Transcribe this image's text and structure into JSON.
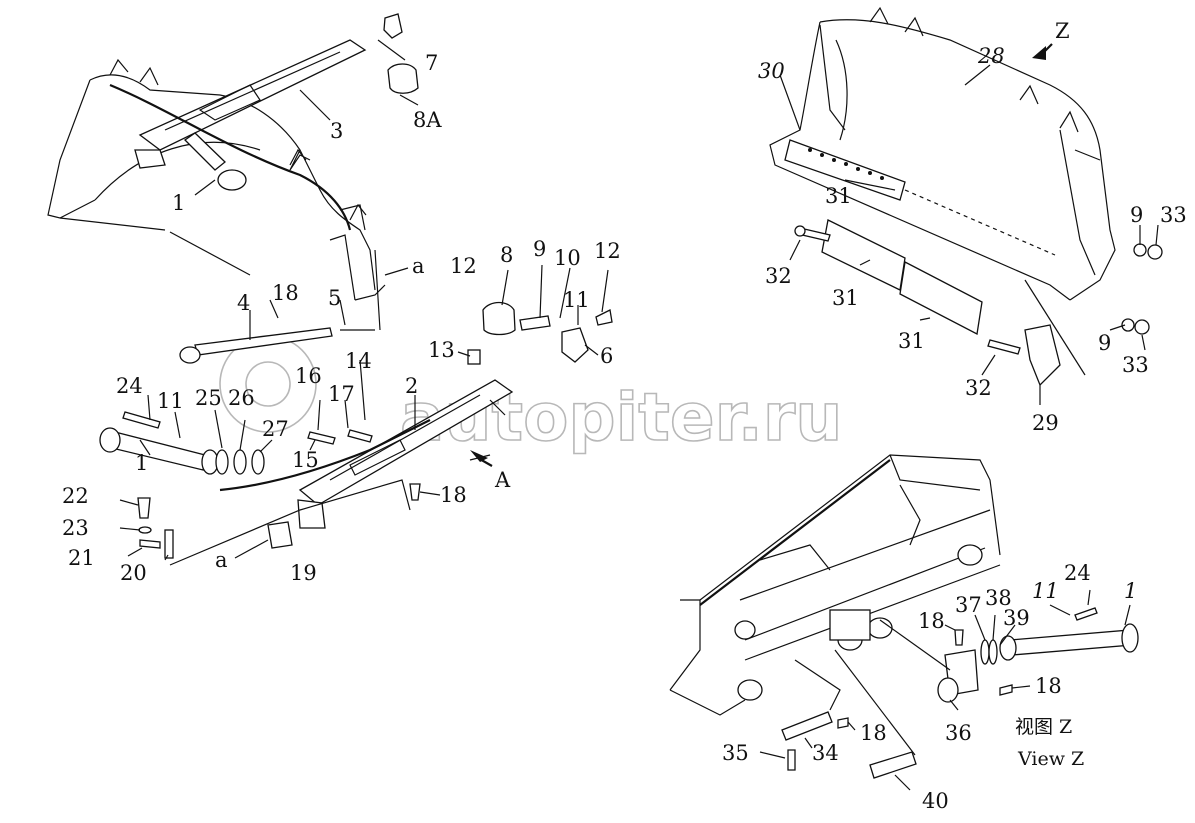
{
  "watermark": "autopiter.ru",
  "view_label": {
    "chinese": "视图 Z",
    "english": "View Z"
  },
  "callouts": {
    "left": [
      {
        "id": "c-7",
        "label": "7"
      },
      {
        "id": "c-8a",
        "label": "8A"
      },
      {
        "id": "c-3",
        "label": "3"
      },
      {
        "id": "c-1-top",
        "label": "1"
      },
      {
        "id": "c-a-right",
        "label": "a"
      },
      {
        "id": "c-12-a",
        "label": "12"
      },
      {
        "id": "c-18-top",
        "label": "18"
      },
      {
        "id": "c-4",
        "label": "4"
      },
      {
        "id": "c-5",
        "label": "5"
      },
      {
        "id": "c-8",
        "label": "8"
      },
      {
        "id": "c-9",
        "label": "9"
      },
      {
        "id": "c-10",
        "label": "10"
      },
      {
        "id": "c-12-b",
        "label": "12"
      },
      {
        "id": "c-11-right",
        "label": "11"
      },
      {
        "id": "c-6",
        "label": "6"
      },
      {
        "id": "c-13",
        "label": "13"
      },
      {
        "id": "c-14",
        "label": "14"
      },
      {
        "id": "c-16",
        "label": "16"
      },
      {
        "id": "c-17",
        "label": "17"
      },
      {
        "id": "c-2",
        "label": "2"
      },
      {
        "id": "c-24-left",
        "label": "24"
      },
      {
        "id": "c-11-left",
        "label": "11"
      },
      {
        "id": "c-25",
        "label": "25"
      },
      {
        "id": "c-26",
        "label": "26"
      },
      {
        "id": "c-27",
        "label": "27"
      },
      {
        "id": "c-1-mid",
        "label": "1"
      },
      {
        "id": "c-15",
        "label": "15"
      },
      {
        "id": "c-a-arrow",
        "label": "A"
      },
      {
        "id": "c-18-mid",
        "label": "18"
      },
      {
        "id": "c-22",
        "label": "22"
      },
      {
        "id": "c-23",
        "label": "23"
      },
      {
        "id": "c-21",
        "label": "21"
      },
      {
        "id": "c-20",
        "label": "20"
      },
      {
        "id": "c-a-left",
        "label": "a"
      },
      {
        "id": "c-19",
        "label": "19"
      }
    ],
    "right_top": [
      {
        "id": "c-z",
        "label": "Z"
      },
      {
        "id": "c-30",
        "label": "30"
      },
      {
        "id": "c-28",
        "label": "28"
      },
      {
        "id": "c-31-a",
        "label": "31"
      },
      {
        "id": "c-9-a",
        "label": "9"
      },
      {
        "id": "c-33-a",
        "label": "33"
      },
      {
        "id": "c-32-a",
        "label": "32"
      },
      {
        "id": "c-31-b",
        "label": "31"
      },
      {
        "id": "c-31-c",
        "label": "31"
      },
      {
        "id": "c-9-b",
        "label": "9"
      },
      {
        "id": "c-33-b",
        "label": "33"
      },
      {
        "id": "c-32-b",
        "label": "32"
      },
      {
        "id": "c-29",
        "label": "29"
      }
    ],
    "right_bottom": [
      {
        "id": "c-11-rb",
        "label": "11"
      },
      {
        "id": "c-24-rb",
        "label": "24"
      },
      {
        "id": "c-1-rb",
        "label": "1"
      },
      {
        "id": "c-18-rb-a",
        "label": "18"
      },
      {
        "id": "c-37",
        "label": "37"
      },
      {
        "id": "c-38",
        "label": "38"
      },
      {
        "id": "c-39",
        "label": "39"
      },
      {
        "id": "c-18-rb-b",
        "label": "18"
      },
      {
        "id": "c-36",
        "label": "36"
      },
      {
        "id": "c-18-rb-c",
        "label": "18"
      },
      {
        "id": "c-35",
        "label": "35"
      },
      {
        "id": "c-34",
        "label": "34"
      },
      {
        "id": "c-40",
        "label": "40"
      }
    ]
  }
}
